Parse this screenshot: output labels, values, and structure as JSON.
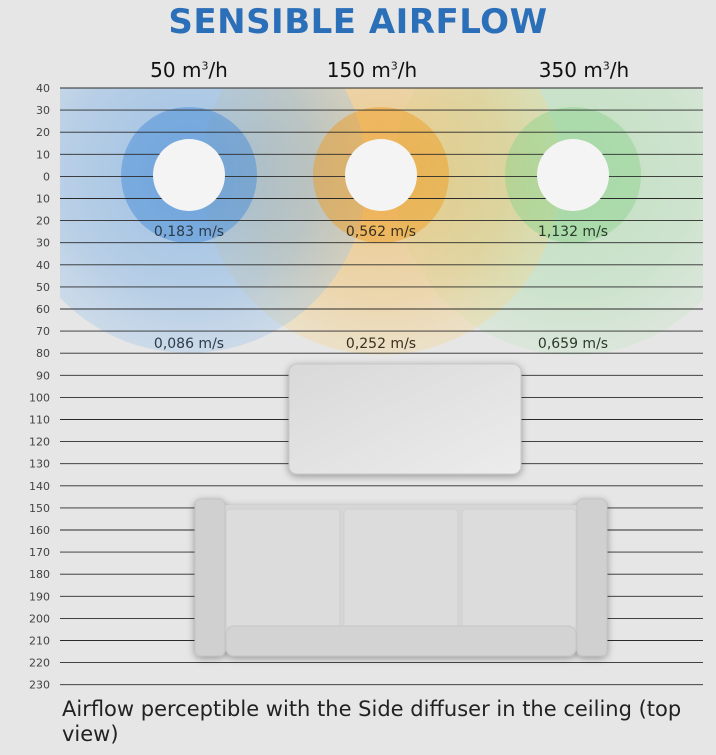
{
  "title": "SENSIBLE AIRFLOW",
  "title_color": "#2b6fb8",
  "columns": [
    {
      "flow": "50 m",
      "unit": "/h",
      "sup": "3",
      "near_speed": "0,183 m/s",
      "far_speed": "0,086 m/s",
      "color": "#3a86d6"
    },
    {
      "flow": "150 m",
      "unit": "/h",
      "sup": "3",
      "near_speed": "0,562 m/s",
      "far_speed": "0,252 m/s",
      "color": "#f0a020"
    },
    {
      "flow": "350 m",
      "unit": "/h",
      "sup": "3",
      "near_speed": "1,132 m/s",
      "far_speed": "0,659 m/s",
      "color": "#7ccc7c"
    }
  ],
  "y_ticks": [
    "40",
    "30",
    "20",
    "10",
    "0",
    "10",
    "20",
    "30",
    "40",
    "50",
    "60",
    "70",
    "80",
    "90",
    "100",
    "110",
    "120",
    "130",
    "140",
    "150",
    "160",
    "170",
    "180",
    "190",
    "200",
    "210",
    "220",
    "230"
  ],
  "caption": "Airflow perceptible with the Side diffuser in the ceiling (top view)",
  "icons": [
    "diffuser-icon",
    "table-icon",
    "sofa-icon"
  ]
}
